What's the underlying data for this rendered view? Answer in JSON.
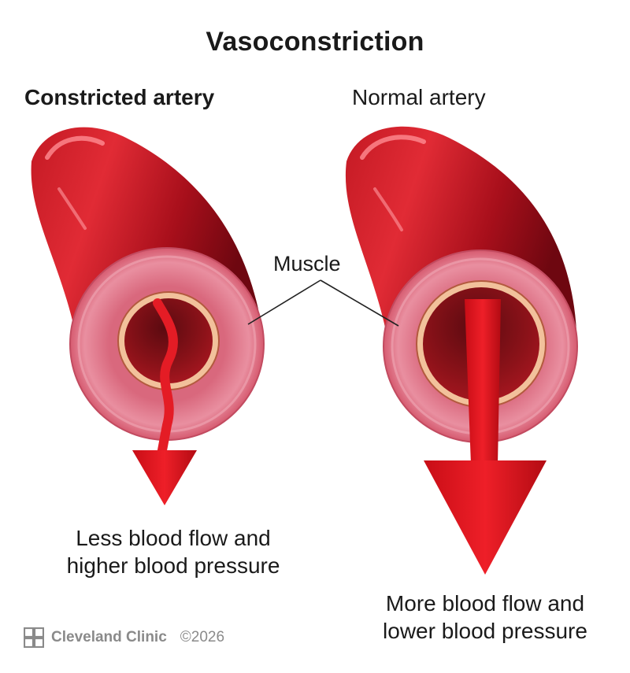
{
  "title": "Vasoconstriction",
  "panels": {
    "left": {
      "heading": "Constricted artery",
      "caption_line1": "Less blood flow and",
      "caption_line2": "higher blood pressure"
    },
    "right": {
      "heading": "Normal artery",
      "caption_line1": "More blood flow and",
      "caption_line2": "lower blood pressure"
    }
  },
  "callout": {
    "label": "Muscle"
  },
  "footer": {
    "brand": "Cleveland Clinic",
    "copyright": "©2026"
  },
  "colors": {
    "artery_dark": "#8f0d19",
    "artery_light": "#e22a36",
    "muscle_ring": "#e27f91",
    "inner_lining": "#f2c19b",
    "lumen": "#7e0f16",
    "arrow": "#d9121b",
    "brand_gray": "#8a8a8a"
  }
}
